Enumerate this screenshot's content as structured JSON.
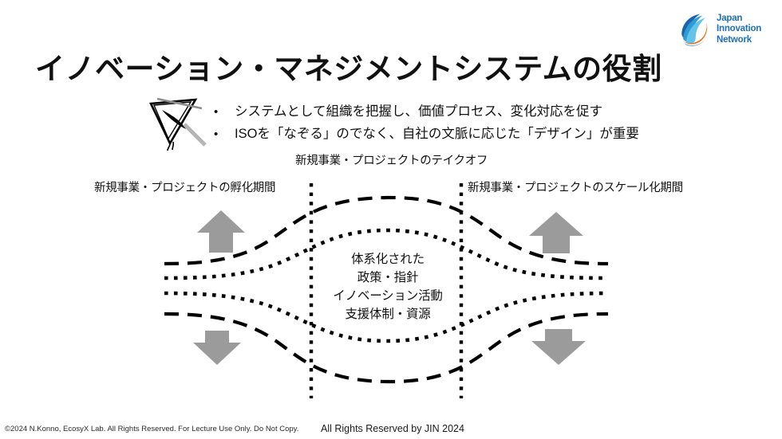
{
  "logo": {
    "name": "japan-innovation-network-logo",
    "line1": "Japan",
    "line2": "Innovation",
    "line3": "Network",
    "text_color": "#1c6fb5",
    "swoosh_blue_dark": "#1b63ab",
    "swoosh_blue_mid": "#2e9ad6",
    "swoosh_blue_light": "#63c3e8",
    "swoosh_orange": "#e8731a"
  },
  "title": "イノベーション・マネジメントシステムの役割",
  "bullets": [
    {
      "marker": "•",
      "text": "システムとして組織を把握し、価値プロセス、変化対応を促す"
    },
    {
      "marker": "•",
      "text": "ISOを「なぞる」のでなく、自社の文脈に応じた「デザイン」が重要"
    }
  ],
  "diagram": {
    "label_takeoff": "新規事業・プロジェクトのテイクオフ",
    "label_incubation": "新規事業・プロジェクトの孵化期間",
    "label_scale": "新規事業・プロジェクトのスケール化期間",
    "center_lines": [
      "体系化された",
      "政策・指針",
      "イノベーション活動",
      "支援体制・資源"
    ],
    "arrow_color": "#9b9b9b",
    "curve_color": "#000000",
    "divider_color": "#000000",
    "arrows": [
      {
        "name": "arrow-up-left",
        "direction": "up"
      },
      {
        "name": "arrow-down-left",
        "direction": "down"
      },
      {
        "name": "arrow-up-right",
        "direction": "up"
      },
      {
        "name": "arrow-down-right",
        "direction": "down"
      }
    ]
  },
  "footer": {
    "left": "©2024 N.Konno, EcosyX Lab.  All Rights Reserved. For Lecture Use Only. Do Not Copy.",
    "center": "All Rights Reserved by JIN 2024"
  }
}
